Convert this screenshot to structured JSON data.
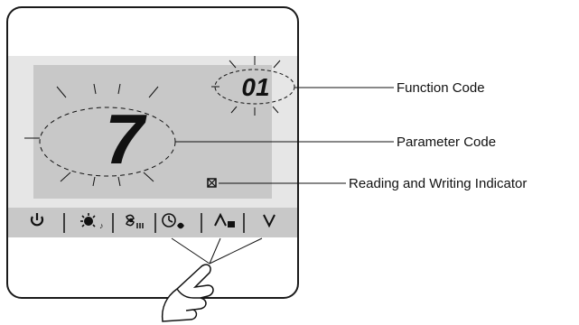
{
  "display": {
    "function_code": "01",
    "parameter_code": "7"
  },
  "callouts": {
    "function_code": "Function Code",
    "parameter_code": "Parameter Code",
    "reading_writing": "Reading and Writing Indicator"
  },
  "buttons": [
    {
      "name": "power-button",
      "icon": "power-icon"
    },
    {
      "name": "mode-button",
      "icon": "mode-icon"
    },
    {
      "name": "fan-button",
      "icon": "fan-icon"
    },
    {
      "name": "timer-button",
      "icon": "timer-icon"
    },
    {
      "name": "up-button",
      "icon": "up-arrow-icon"
    },
    {
      "name": "down-button",
      "icon": "down-arrow-icon"
    }
  ],
  "colors": {
    "panel_border": "#1a1a1a",
    "display_bg": "#c8c8c8",
    "display_frame": "#e6e6e6",
    "button_bar": "#c8c8c8",
    "ink": "#111111"
  }
}
